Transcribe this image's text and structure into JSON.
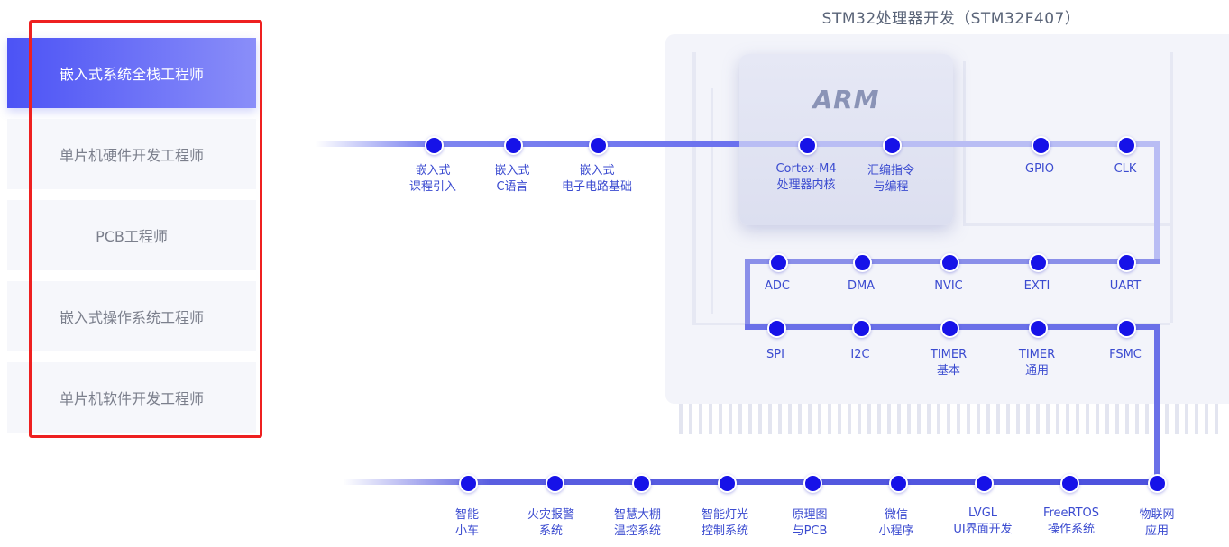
{
  "sidebar": {
    "items": [
      {
        "label": "嵌入式系统全栈工程师",
        "active": true
      },
      {
        "label": "单片机硬件开发工程师",
        "active": false
      },
      {
        "label": "PCB工程师",
        "active": false
      },
      {
        "label": "嵌入式操作系统工程师",
        "active": false
      },
      {
        "label": "单片机软件开发工程师",
        "active": false
      }
    ]
  },
  "chip": {
    "title": "STM32处理器开发（STM32F407）",
    "arm_logo": "ARM"
  },
  "row1": [
    {
      "l1": "嵌入式",
      "l2": "课程引入"
    },
    {
      "l1": "嵌入式",
      "l2": "C语言"
    },
    {
      "l1": "嵌入式",
      "l2": "电子电路基础"
    },
    {
      "l1": "Cortex-M4",
      "l2": "处理器内核"
    },
    {
      "l1": "汇编指令",
      "l2": "与编程"
    },
    {
      "l1": "GPIO",
      "l2": ""
    },
    {
      "l1": "CLK",
      "l2": ""
    }
  ],
  "row2": [
    {
      "l1": "ADC",
      "l2": ""
    },
    {
      "l1": "DMA",
      "l2": ""
    },
    {
      "l1": "NVIC",
      "l2": ""
    },
    {
      "l1": "EXTI",
      "l2": ""
    },
    {
      "l1": "UART",
      "l2": ""
    }
  ],
  "row3": [
    {
      "l1": "SPI",
      "l2": ""
    },
    {
      "l1": "I2C",
      "l2": ""
    },
    {
      "l1": "TIMER",
      "l2": "基本"
    },
    {
      "l1": "TIMER",
      "l2": "通用"
    },
    {
      "l1": "FSMC",
      "l2": ""
    }
  ],
  "row4": [
    {
      "l1": "智能",
      "l2": "小车"
    },
    {
      "l1": "火灾报警",
      "l2": "系统"
    },
    {
      "l1": "智慧大棚",
      "l2": "温控系统"
    },
    {
      "l1": "智能灯光",
      "l2": "控制系统"
    },
    {
      "l1": "原理图",
      "l2": "与PCB"
    },
    {
      "l1": "微信",
      "l2": "小程序"
    },
    {
      "l1": "LVGL",
      "l2": "UI界面开发"
    },
    {
      "l1": "FreeRTOS",
      "l2": "操作系统"
    },
    {
      "l1": "物联网",
      "l2": "应用"
    }
  ],
  "colors": {
    "accent": "#4c53f5",
    "node": "#1612e8",
    "label": "#3b4bd0",
    "highlight_frame": "#ee2020"
  }
}
